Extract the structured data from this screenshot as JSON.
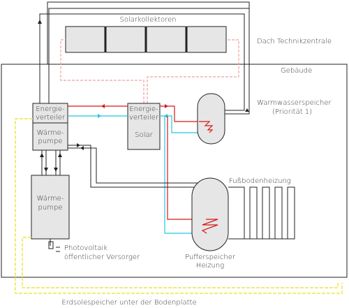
{
  "labels": {
    "collectors": "Solarkollektoren",
    "roof": "Dach Technikzentrale",
    "building": "Gebäude",
    "distributor_hp_line1": "Energie-",
    "distributor_hp_line2": "verteiler",
    "heatpump_small_line1": "Wärme-",
    "heatpump_small_line2": "pumpe",
    "distributor_solar_line1": "Energie-",
    "distributor_solar_line2": "verteiler",
    "solar": "Solar",
    "dhw_tank_line1": "Warmwasserspeicher",
    "dhw_tank_line2": "(Priorität 1)",
    "floor_heating": "Fußbodenheizung",
    "heatpump_line1": "Wärme-",
    "heatpump_line2": "pumpe",
    "pv_line1": "Photovoltaik",
    "pv_line2": "öffentlicher Versorger",
    "buffer_line1": "Pufferspeicher",
    "buffer_line2": "Heizung",
    "ground_store": "Erdsolespeicher unter der Bodenplatte"
  },
  "colors": {
    "hot": "#d81818",
    "cold": "#22c8e0",
    "solar_loop": "#f2a0a0",
    "ground_loop": "#e8e83a",
    "line": "#222222",
    "fill": "#e6e6e6"
  }
}
